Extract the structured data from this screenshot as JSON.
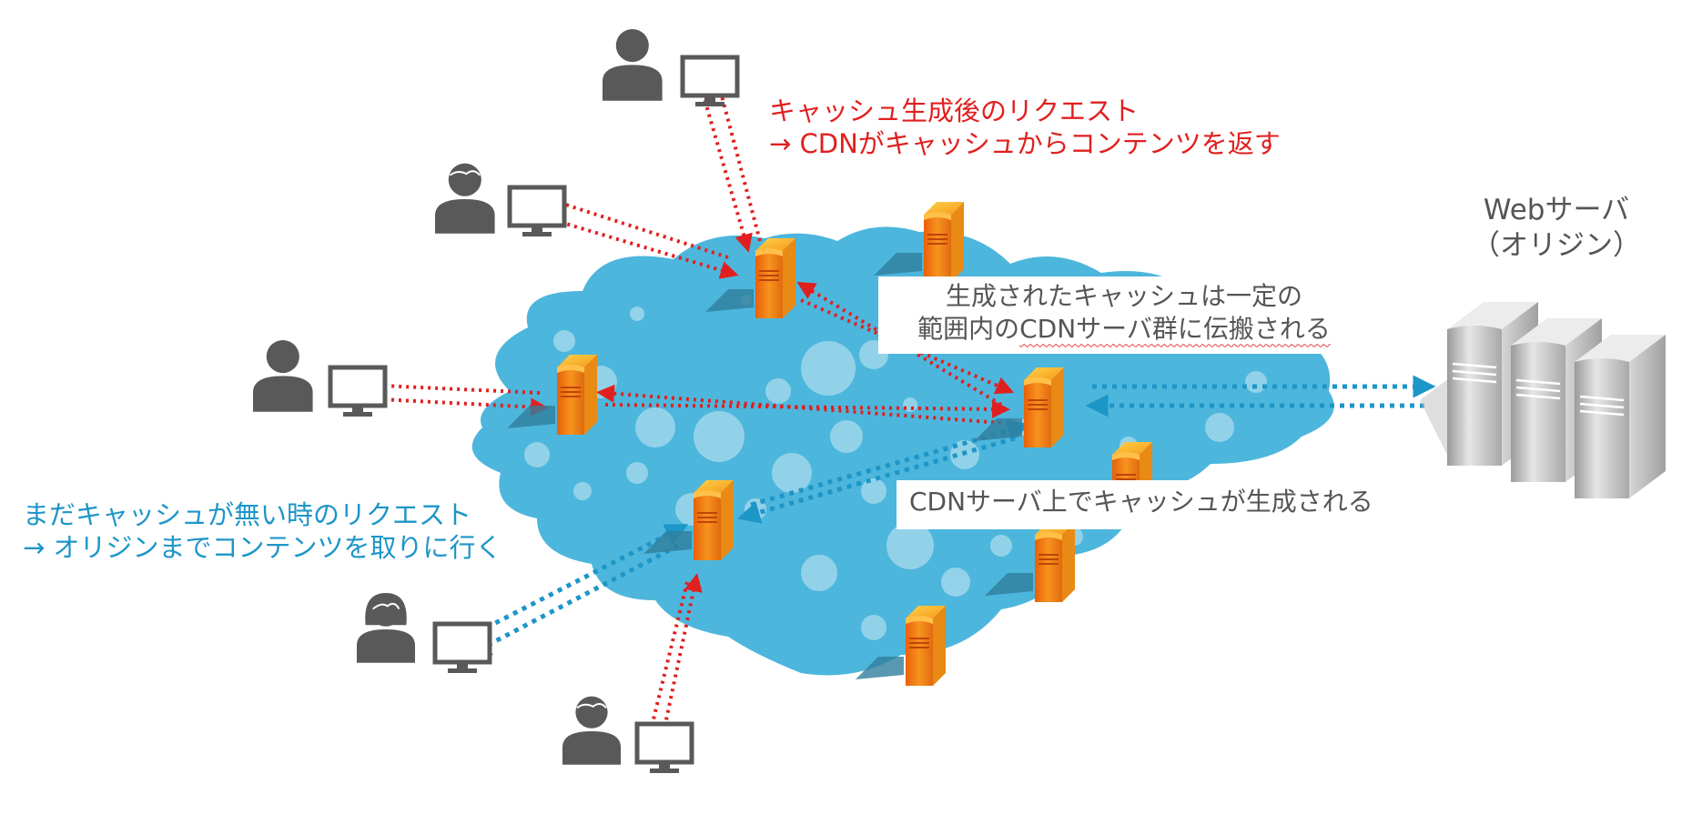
{
  "diagram": {
    "title": "CDN cache propagation diagram",
    "colors": {
      "cloud": "#4db6dc",
      "cloud_bubble": "#a9dcee",
      "cache_request": "#e0201f",
      "origin_request": "#1d96c8",
      "user_icon": "#595959",
      "cdn_server": "#f28a1c",
      "origin_server": "#c8c8c8",
      "label_text": "#555555"
    },
    "annotations": {
      "cached_request": {
        "line1": "キャッシュ生成後のリクエスト",
        "line2": "→ CDNがキャッシュからコンテンツを返す"
      },
      "uncached_request": {
        "line1": "まだキャッシュが無い時のリクエスト",
        "line2": "→ オリジンまでコンテンツを取りに行く"
      },
      "propagation": {
        "line1": "生成されたキャッシュは一定の",
        "line2_prefix": "範囲内の",
        "line2_underlined": "CDNサーバ群に伝搬される"
      },
      "cache_generated": "CDNサーバ上でキャッシュが生成される"
    },
    "origin": {
      "line1": "Webサーバ",
      "line2": "（オリジン）"
    },
    "users": [
      {
        "id": "user-top",
        "type": "person"
      },
      {
        "id": "user-upper-left",
        "type": "person-male"
      },
      {
        "id": "user-left",
        "type": "person"
      },
      {
        "id": "user-lower-left",
        "type": "person-female"
      },
      {
        "id": "user-bottom",
        "type": "person-male"
      }
    ],
    "cdn_servers": 8,
    "origin_servers": 3
  }
}
